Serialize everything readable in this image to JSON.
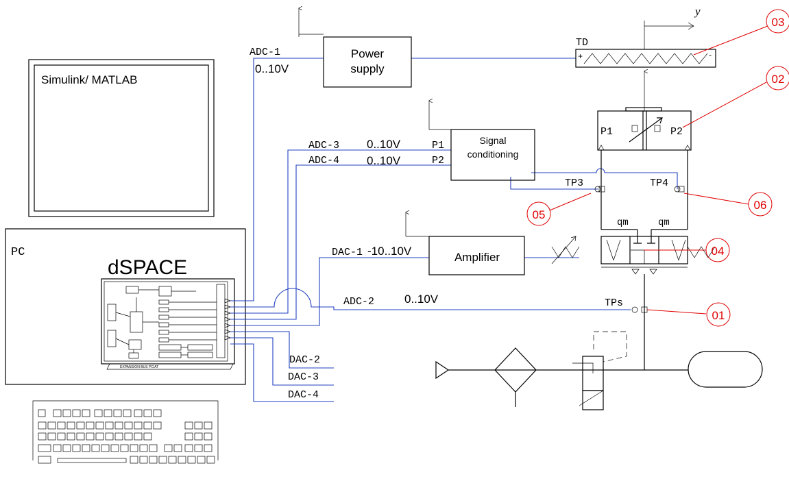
{
  "computer": {
    "monitor_label": "Simulink/ MATLAB",
    "pc_label": "PC",
    "dspace_label": "dSPACE",
    "bus_label": "EXPANSION BUS PC/AT"
  },
  "blocks": {
    "power_supply": [
      "Power",
      "supply"
    ],
    "signal_conditioning": [
      "Signal",
      "conditioning"
    ],
    "amplifier": "Amplifier",
    "transducer": "TD"
  },
  "signals": {
    "adc1": "ADC-1",
    "adc1_range": "0..10V",
    "adc2": "ADC-2",
    "adc2_range": "0..10V",
    "adc3": "ADC-3",
    "adc3_range": "0..10V",
    "adc4": "ADC-4",
    "adc4_range": "0..10V",
    "dac1": "DAC-1",
    "dac1_range": "-10..10V",
    "dac2": "DAC-2",
    "dac3": "DAC-3",
    "dac4": "DAC-4",
    "p1": "P1",
    "p2": "P2"
  },
  "test_points": {
    "tp3": "TP3",
    "tp4": "TP4",
    "tps": "TPs"
  },
  "cylinder": {
    "p1": "P1",
    "p2": "P2"
  },
  "valve": {
    "qm_left": "qm",
    "qm_right": "qm"
  },
  "output_label": "y",
  "callouts": [
    "01",
    "02",
    "03",
    "04",
    "05",
    "06"
  ],
  "colors": {
    "signal_line": "#1f3fbf",
    "callout": "#e00000"
  }
}
